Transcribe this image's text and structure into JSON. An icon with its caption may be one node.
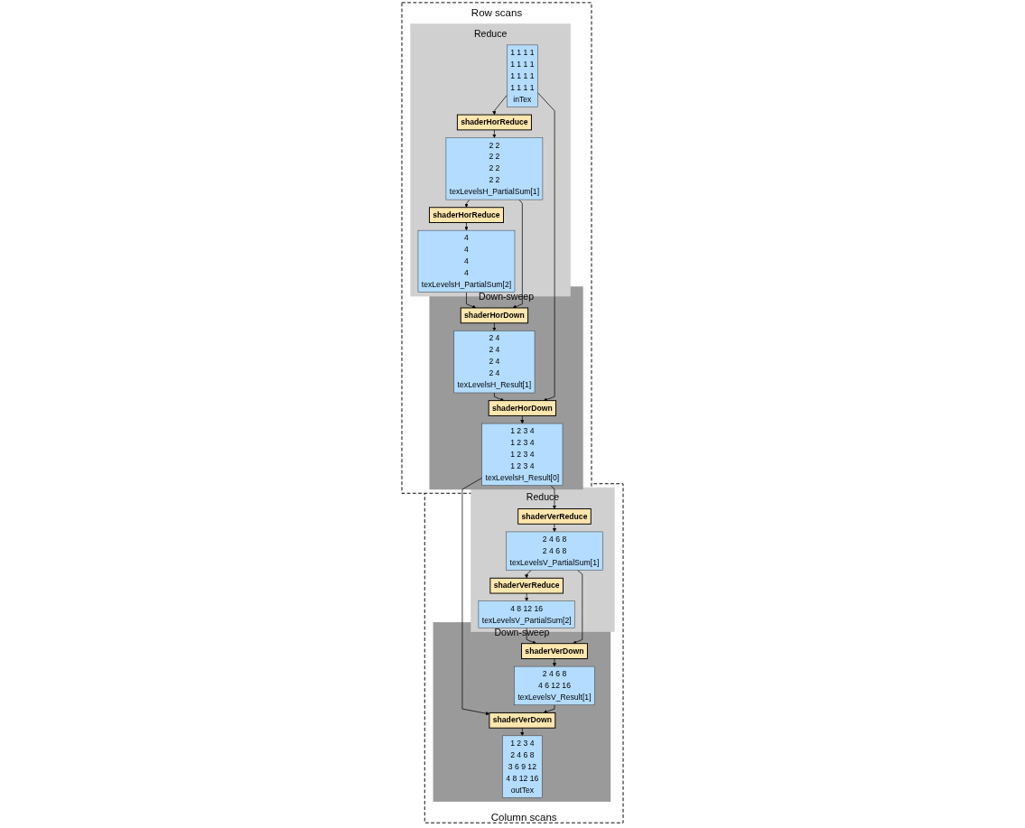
{
  "diagram": {
    "nodes": [
      {
        "text": [
          "Row scans"
        ]
      },
      {
        "text": [
          "Reduce"
        ],
        "in": 0
      },
      {
        "text": [
          "Down-sweep"
        ],
        "in": 0
      },
      {
        "text": [
          "Column scans"
        ]
      },
      {
        "text": [
          "Reduce"
        ],
        "in": 3
      },
      {
        "text": [
          "Down-sweep"
        ],
        "in": 3
      },
      {
        "text": [
          "4",
          "4",
          "4",
          "4",
          "texLevelsH_PartialSum[2]"
        ],
        "in": 1
      },
      {
        "text": [
          "shaderHorReduce"
        ],
        "in": 1
      },
      {
        "text": [
          "2 2",
          "2 2",
          "2 2",
          "2 2",
          "texLevelsH_PartialSum[1]"
        ],
        "in": 1
      },
      {
        "text": [
          "shaderHorReduce"
        ],
        "in": 1
      },
      {
        "text": [
          "1 1 1 1",
          "1 1 1 1",
          "1 1 1 1",
          "1 1 1 1",
          "inTex"
        ],
        "in": 1
      },
      {
        "text": [
          "shaderHorDown"
        ],
        "in": 2
      },
      {
        "text": [
          "2 4",
          "2 4",
          "2 4",
          "2 4",
          "texLevelsH_Result[1]"
        ],
        "in": 2
      },
      {
        "text": [
          "shaderHorDown"
        ],
        "in": 2
      },
      {
        "text": [
          "1 2 3 4",
          "1 2 3 4",
          "1 2 3 4",
          "1 2 3 4",
          "texLevelsH_Result[0]"
        ],
        "in": 2
      },
      {
        "text": [
          "4 8 12 16",
          "texLevelsV_PartialSum[2]"
        ],
        "in": 4
      },
      {
        "text": [
          "shaderVerReduce"
        ],
        "in": 4
      },
      {
        "text": [
          "2 4 6 8",
          "2 4 6 8",
          "texLevelsV_PartialSum[1]"
        ],
        "in": 4
      },
      {
        "text": [
          "shaderVerReduce"
        ],
        "in": 4
      },
      {
        "text": [
          "shaderVerDown"
        ],
        "in": 5
      },
      {
        "text": [
          "2 4 6 8",
          "4 6 12 16",
          "texLevelsV_Result[1]"
        ],
        "in": 5
      },
      {
        "text": [
          "shaderVerDown"
        ],
        "in": 5
      },
      {
        "text": [
          "1 2 3 4",
          "2 4 6 8",
          "3 6 9 12",
          "4 8 12 16",
          "outTex"
        ],
        "in": 5
      }
    ],
    "edges": [
      {
        "from": 10,
        "to": 9,
        "arrow": "to"
      },
      {
        "from": 9,
        "to": 8,
        "arrow": "to"
      },
      {
        "from": 8,
        "to": 7,
        "arrow": "to"
      },
      {
        "from": 7,
        "to": 6,
        "arrow": "to"
      },
      {
        "from": 6,
        "to": 11,
        "arrow": "to"
      },
      {
        "from": 8,
        "to": 11,
        "arrow": "to"
      },
      {
        "from": 11,
        "to": 12,
        "arrow": "to"
      },
      {
        "from": 12,
        "to": 13,
        "arrow": "to"
      },
      {
        "from": 10,
        "to": 13,
        "arrow": "to"
      },
      {
        "from": 13,
        "to": 14,
        "arrow": "to"
      },
      {
        "from": 14,
        "to": 18,
        "arrow": "to"
      },
      {
        "from": 14,
        "to": 21,
        "arrow": "to"
      },
      {
        "from": 18,
        "to": 17,
        "arrow": "to"
      },
      {
        "from": 17,
        "to": 16,
        "arrow": "to"
      },
      {
        "from": 16,
        "to": 15,
        "arrow": "to"
      },
      {
        "from": 15,
        "to": 19,
        "arrow": "to"
      },
      {
        "from": 17,
        "to": 19,
        "arrow": "to"
      },
      {
        "from": 19,
        "to": 20,
        "arrow": "to"
      },
      {
        "from": 20,
        "to": 21,
        "arrow": "to"
      },
      {
        "from": 21,
        "to": 22,
        "arrow": "to"
      }
    ]
  }
}
